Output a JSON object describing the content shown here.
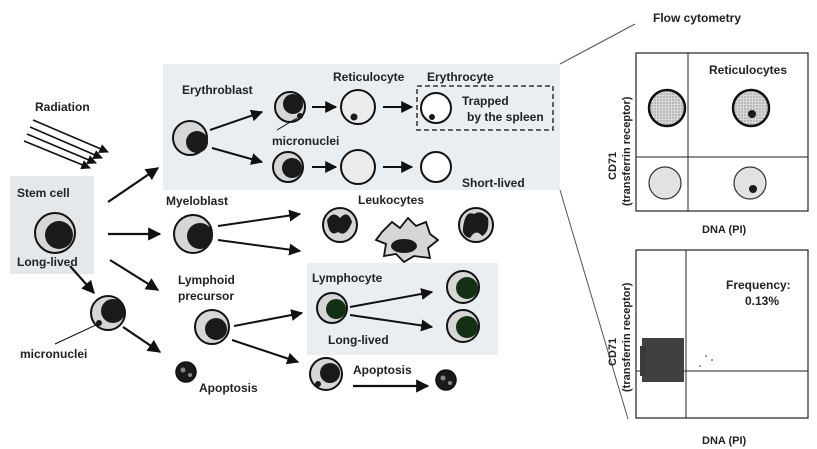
{
  "labels": {
    "radiation": "Radiation",
    "stem_cell": "Stem cell",
    "stem_long_lived": "Long-lived",
    "micronuclei_left": "micronuclei",
    "erythroblast": "Erythroblast",
    "reticulocyte": "Reticulocyte",
    "erythrocyte": "Erythrocyte",
    "micronuclei_mid": "micronuclei",
    "trapped_line1": "Trapped",
    "trapped_line2": "by the spleen",
    "short_lived": "Short-lived",
    "myeloblast": "Myeloblast",
    "leukocytes": "Leukocytes",
    "lymphoid_line1": "Lymphoid",
    "lymphoid_line2": "precursor",
    "lymphocyte": "Lymphocyte",
    "lymph_long_lived": "Long-lived",
    "apoptosis_left": "Apoptosis",
    "apoptosis_right": "Apoptosis"
  },
  "flow": {
    "title": "Flow cytometry",
    "top_panel": {
      "quadrant_label": "Reticulocytes",
      "xlabel": "DNA (PI)",
      "ylabel_line1": "CD71",
      "ylabel_line2": "(transferrin receptor)"
    },
    "bottom_panel": {
      "frequency_line1": "Frequency:",
      "frequency_line2": "0.13%",
      "xlabel": "DNA (PI)",
      "ylabel_line1": "CD71",
      "ylabel_line2": "(transferrin receptor)"
    }
  },
  "colors": {
    "panel_bg": "#e9eef2",
    "cell_fill": "#d6d6d6",
    "nucleus": "#1a1a1a",
    "lymph_nucleus": "#143014"
  }
}
